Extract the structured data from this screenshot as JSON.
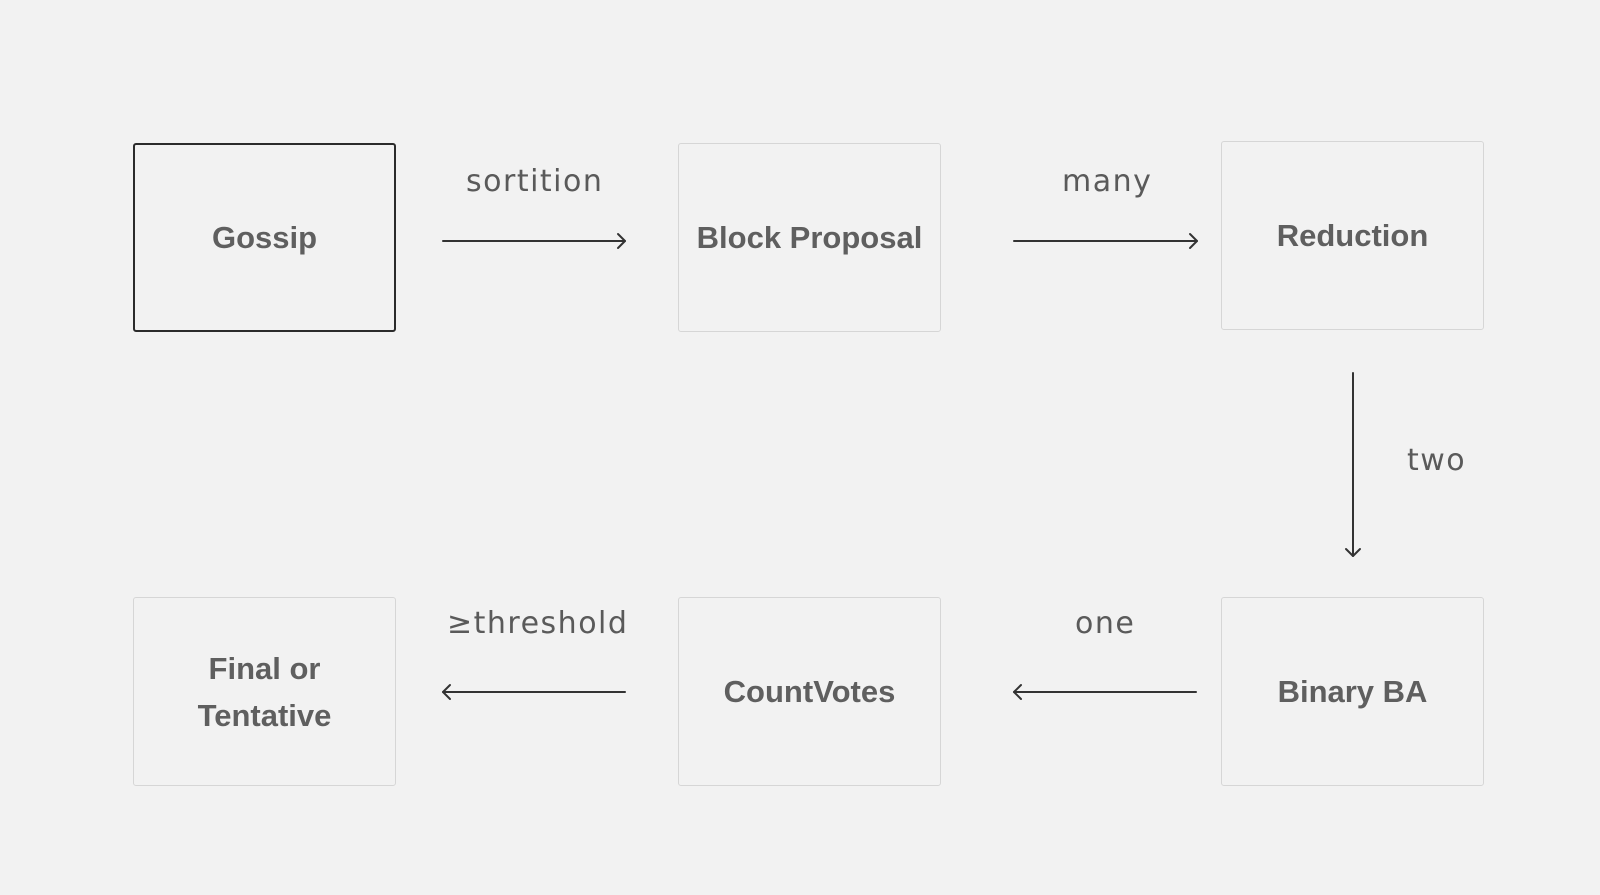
{
  "nodes": {
    "gossip": "Gossip",
    "block_proposal": "Block Proposal",
    "reduction": "Reduction",
    "binary_ba": "Binary BA",
    "count_votes": "CountVotes",
    "final": "Final or\nTentative"
  },
  "edges": {
    "sortition": "sortition",
    "many": "many",
    "two": "two",
    "one": "one",
    "threshold": "≥threshold"
  },
  "colors": {
    "background": "#f2f2f2",
    "active_border": "#2b2b2b",
    "box_border": "#d6d6d6",
    "text": "#5f5f5f",
    "arrow": "#333333"
  }
}
